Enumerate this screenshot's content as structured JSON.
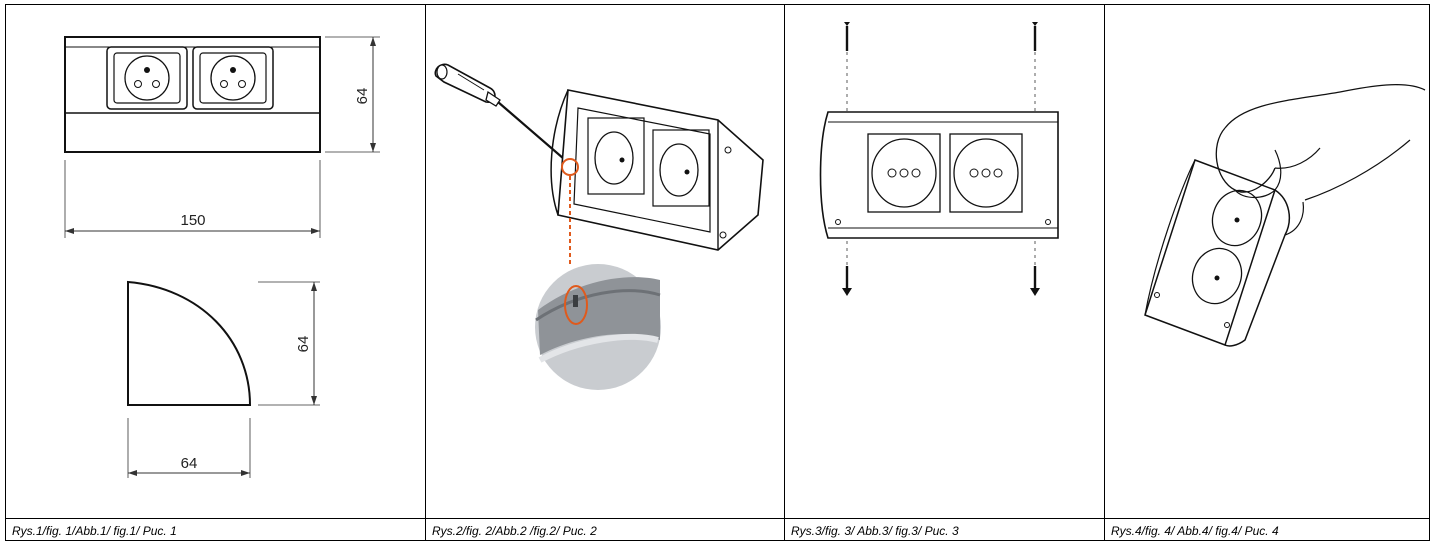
{
  "figures": [
    {
      "caption": "Rys.1/fig. 1/Abb.1/ fig.1/ Puc. 1",
      "dimensions": {
        "width_label": "150",
        "height_label": "64",
        "side_height_label": "64",
        "side_width_label": "64"
      }
    },
    {
      "caption": "Rys.2/fig. 2/Abb.2 /fig.2/ Puc. 2"
    },
    {
      "caption": "Rys.3/fig. 3/ Abb.3/ fig.3/ Puc. 3"
    },
    {
      "caption": "Rys.4/fig. 4/ Abb.4/ fig.4/ Puc. 4"
    }
  ],
  "colors": {
    "line": "#000000",
    "highlight": "#e05a1c",
    "photo": "#8f9398"
  }
}
